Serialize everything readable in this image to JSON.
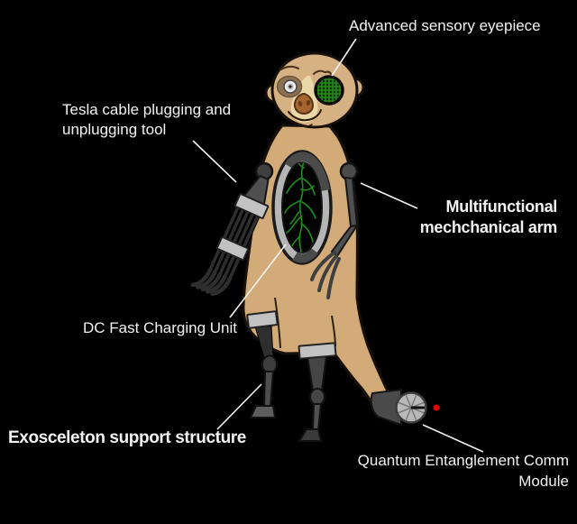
{
  "labels": {
    "eyepiece": {
      "text": "Advanced sensory eyepiece"
    },
    "tesla": {
      "line1": "Tesla cable plugging and",
      "line2": "unplugging tool"
    },
    "arm": {
      "line1": "Multifunctional",
      "line2": "mechchanical arm"
    },
    "charging": {
      "text": "DC Fast Charging Unit"
    },
    "exoskeleton": {
      "text": "Exosceleton support structure"
    },
    "quantum": {
      "line1": "Quantum Entanglement Comm",
      "line2": "Module"
    }
  },
  "colors": {
    "background": "#000000",
    "label_text": "#f2f2f2",
    "line": "#f2f2f2",
    "body": "#d2ab79",
    "head": "#d5b184",
    "muzzle": "#ebd8a8",
    "eye_patch": "#8b7052",
    "nose": "#a4652e",
    "eyepiece_base": "#0c3a06",
    "eyepiece_green": "#2f9021",
    "vein_green": "#1f8c1f",
    "metal_light": "#c2c2c2",
    "metal_mid": "#4f4f4f",
    "metal_dark": "#2e2e2e",
    "ring_light": "#b5b5b5",
    "ring_dark": "#4a4a4a",
    "indicator_red": "#e60000"
  }
}
